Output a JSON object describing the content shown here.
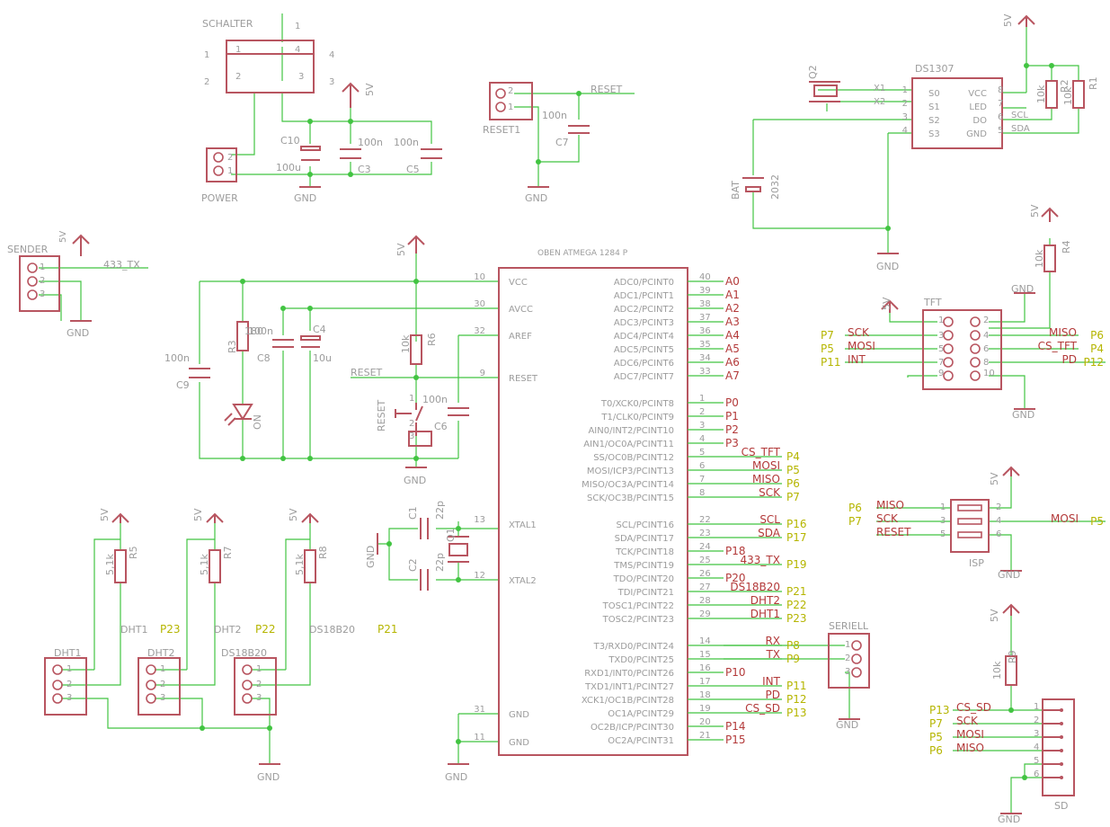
{
  "labels": {
    "schalter": "SCHALTER",
    "power": "POWER",
    "c10": "C10",
    "c10_val": "100u",
    "c3": "C3",
    "c3_val": "100n",
    "c5": "C5",
    "c5_val": "100n",
    "v5": "5V",
    "gnd": "GND",
    "reset1": "RESET1",
    "reset": "RESET",
    "c7": "C7",
    "c7_val": "100n",
    "sender": "SENDER",
    "tx433": "433_TX",
    "mcu_name": "OBEN ATMEGA 1284 P",
    "r3": "R3",
    "r3_val": "180",
    "on": "ON",
    "c9": "C9",
    "c9_val": "100n",
    "c8": "C8",
    "c8_val": "100n",
    "c4": "C4",
    "c4_val": "10u",
    "r6": "R6",
    "r6_val": "10k",
    "c6": "C6",
    "c6_val": "100n",
    "reset_sw": "RESET",
    "c1": "C1",
    "c1_val": "22p",
    "c2": "C2",
    "c2_val": "22p",
    "q1": "Q1",
    "ds1307": "DS1307",
    "q2": "Q2",
    "bat": "BAT",
    "bat_val": "2032",
    "r1": "R1",
    "r2": "R2",
    "r_val_10k": "10k",
    "r4": "R4",
    "tft": "TFT",
    "isp": "ISP",
    "seriell": "SERIELL",
    "sd": "SD",
    "r9": "R9",
    "r5": "R5",
    "r7": "R7",
    "r8": "R8",
    "r_val_5k1": "5,1k",
    "dht1": "DHT1",
    "dht2": "DHT2",
    "ds18b20": "DS18B20"
  },
  "mcu_left_pins": [
    {
      "num": "10",
      "name": "VCC"
    },
    {
      "num": "30",
      "name": "AVCC"
    },
    {
      "num": "32",
      "name": "AREF"
    },
    {
      "num": "9",
      "name": "RESET"
    },
    {
      "num": "13",
      "name": "XTAL1"
    },
    {
      "num": "12",
      "name": "XTAL2"
    },
    {
      "num": "31",
      "name": "GND"
    },
    {
      "num": "11",
      "name": "GND"
    }
  ],
  "mcu_right_pins": [
    {
      "num": "40",
      "name": "ADC0/PCINT0",
      "net": "A0",
      "port": ""
    },
    {
      "num": "39",
      "name": "ADC1/PCINT1",
      "net": "A1",
      "port": ""
    },
    {
      "num": "38",
      "name": "ADC2/PCINT2",
      "net": "A2",
      "port": ""
    },
    {
      "num": "37",
      "name": "ADC3/PCINT3",
      "net": "A3",
      "port": ""
    },
    {
      "num": "36",
      "name": "ADC4/PCINT4",
      "net": "A4",
      "port": ""
    },
    {
      "num": "35",
      "name": "ADC5/PCINT5",
      "net": "A5",
      "port": ""
    },
    {
      "num": "34",
      "name": "ADC6/PCINT6",
      "net": "A6",
      "port": ""
    },
    {
      "num": "33",
      "name": "ADC7/PCINT7",
      "net": "A7",
      "port": ""
    },
    {
      "num": "1",
      "name": "T0/XCK0/PCINT8",
      "net": "P0",
      "port": ""
    },
    {
      "num": "2",
      "name": "T1/CLK0/PCINT9",
      "net": "P1",
      "port": ""
    },
    {
      "num": "3",
      "name": "AIN0/INT2/PCINT10",
      "net": "P2",
      "port": ""
    },
    {
      "num": "4",
      "name": "AIN1/OC0A/PCINT11",
      "net": "P3",
      "port": ""
    },
    {
      "num": "5",
      "name": "SS/OC0B/PCINT12",
      "net": "CS_TFT",
      "port": "P4"
    },
    {
      "num": "6",
      "name": "MOSI/ICP3/PCINT13",
      "net": "MOSI",
      "port": "P5"
    },
    {
      "num": "7",
      "name": "MISO/OC3A/PCINT14",
      "net": "MISO",
      "port": "P6"
    },
    {
      "num": "8",
      "name": "SCK/OC3B/PCINT15",
      "net": "SCK",
      "port": "P7"
    },
    {
      "num": "22",
      "name": "SCL/PCINT16",
      "net": "SCL",
      "port": "P16"
    },
    {
      "num": "23",
      "name": "SDA/PCINT17",
      "net": "SDA",
      "port": "P17"
    },
    {
      "num": "24",
      "name": "TCK/PCINT18",
      "net": "P18",
      "port": ""
    },
    {
      "num": "25",
      "name": "TMS/PCINT19",
      "net": "433_TX",
      "port": "P19"
    },
    {
      "num": "26",
      "name": "TDO/PCINT20",
      "net": "P20",
      "port": ""
    },
    {
      "num": "27",
      "name": "TDI/PCINT21",
      "net": "DS18B20",
      "port": "P21"
    },
    {
      "num": "28",
      "name": "TOSC1/PCINT22",
      "net": "DHT2",
      "port": "P22"
    },
    {
      "num": "29",
      "name": "TOSC2/PCINT23",
      "net": "DHT1",
      "port": "P23"
    },
    {
      "num": "14",
      "name": "T3/RXD0/PCINT24",
      "net": "RX",
      "port": "P8"
    },
    {
      "num": "15",
      "name": "TXD0/PCINT25",
      "net": "TX",
      "port": "P9"
    },
    {
      "num": "16",
      "name": "RXD1/INT0/PCINT26",
      "net": "P10",
      "port": ""
    },
    {
      "num": "17",
      "name": "TXD1/INT1/PCINT27",
      "net": "INT",
      "port": "P11"
    },
    {
      "num": "18",
      "name": "XCK1/OC1B/PCINT28",
      "net": "PD",
      "port": "P12"
    },
    {
      "num": "19",
      "name": "OC1A/PCINT29",
      "net": "CS_SD",
      "port": "P13"
    },
    {
      "num": "20",
      "name": "OC2B/ICP/PCINT30",
      "net": "P14",
      "port": ""
    },
    {
      "num": "21",
      "name": "OC2A/PCINT31",
      "net": "P15",
      "port": ""
    }
  ],
  "ds1307_left": [
    {
      "net": "X1",
      "num": "1",
      "name": "S0"
    },
    {
      "net": "X2",
      "num": "2",
      "name": "S1"
    },
    {
      "net": "",
      "num": "3",
      "name": "S2"
    },
    {
      "net": "",
      "num": "4",
      "name": "S3"
    }
  ],
  "ds1307_right": [
    {
      "name": "VCC",
      "num": "8",
      "net": ""
    },
    {
      "name": "LED",
      "num": "7",
      "net": ""
    },
    {
      "name": "DO",
      "num": "6",
      "net": "SCL"
    },
    {
      "name": "GND",
      "num": "5",
      "net": "SDA"
    }
  ],
  "tft": [
    {
      "lport": "P7",
      "lnet": "SCK",
      "lnum": "3",
      "rnum": "4",
      "rnet": "MISO",
      "rport": "P6"
    },
    {
      "lport": "P5",
      "lnet": "MOSI",
      "lnum": "5",
      "rnum": "6",
      "rnet": "CS_TFT",
      "rport": "P4"
    },
    {
      "lport": "P11",
      "lnet": "INT",
      "lnum": "7",
      "rnum": "8",
      "rnet": "PD",
      "rport": "P12"
    }
  ],
  "tft_extra": {
    "n1": "1",
    "n2": "2",
    "n9": "9",
    "n10": "10"
  },
  "isp": [
    {
      "lport": "P6",
      "lnet": "MISO",
      "lnum": "1",
      "rnum": "2",
      "rnet": "",
      "rport": ""
    },
    {
      "lport": "P7",
      "lnet": "SCK",
      "lnum": "3",
      "rnum": "4",
      "rnet": "MOSI",
      "rport": "P5"
    },
    {
      "lport": "",
      "lnet": "RESET",
      "lnum": "5",
      "rnum": "6",
      "rnet": "",
      "rport": ""
    }
  ],
  "seriell": [
    {
      "num": "1",
      "net": "RX",
      "port": "P8"
    },
    {
      "num": "2",
      "net": "TX",
      "port": "P9"
    },
    {
      "num": "3",
      "net": "",
      "port": ""
    }
  ],
  "sd": [
    {
      "port": "P13",
      "net": "CS_SD",
      "num": "1"
    },
    {
      "port": "P7",
      "net": "SCK",
      "num": "2"
    },
    {
      "port": "P5",
      "net": "MOSI",
      "num": "3"
    },
    {
      "port": "P6",
      "net": "MISO",
      "num": "4"
    },
    {
      "port": "",
      "net": "",
      "num": "5"
    },
    {
      "port": "",
      "net": "",
      "num": "6"
    }
  ],
  "sensor_ports": [
    {
      "net": "DHT1",
      "port": "P23"
    },
    {
      "net": "DHT2",
      "port": "P22"
    },
    {
      "net": "DS18B20",
      "port": "P21"
    }
  ],
  "schalter_pins": {
    "p1": "1",
    "p2": "2",
    "p3": "3",
    "p4": "4"
  },
  "header_pins": {
    "one": "1",
    "two": "2",
    "three": "3"
  },
  "colors": {
    "wire": "#42c442",
    "symbol": "#b85560",
    "text": "#9c9c9c",
    "signal": "#b33a3a",
    "port": "#b5b500"
  }
}
